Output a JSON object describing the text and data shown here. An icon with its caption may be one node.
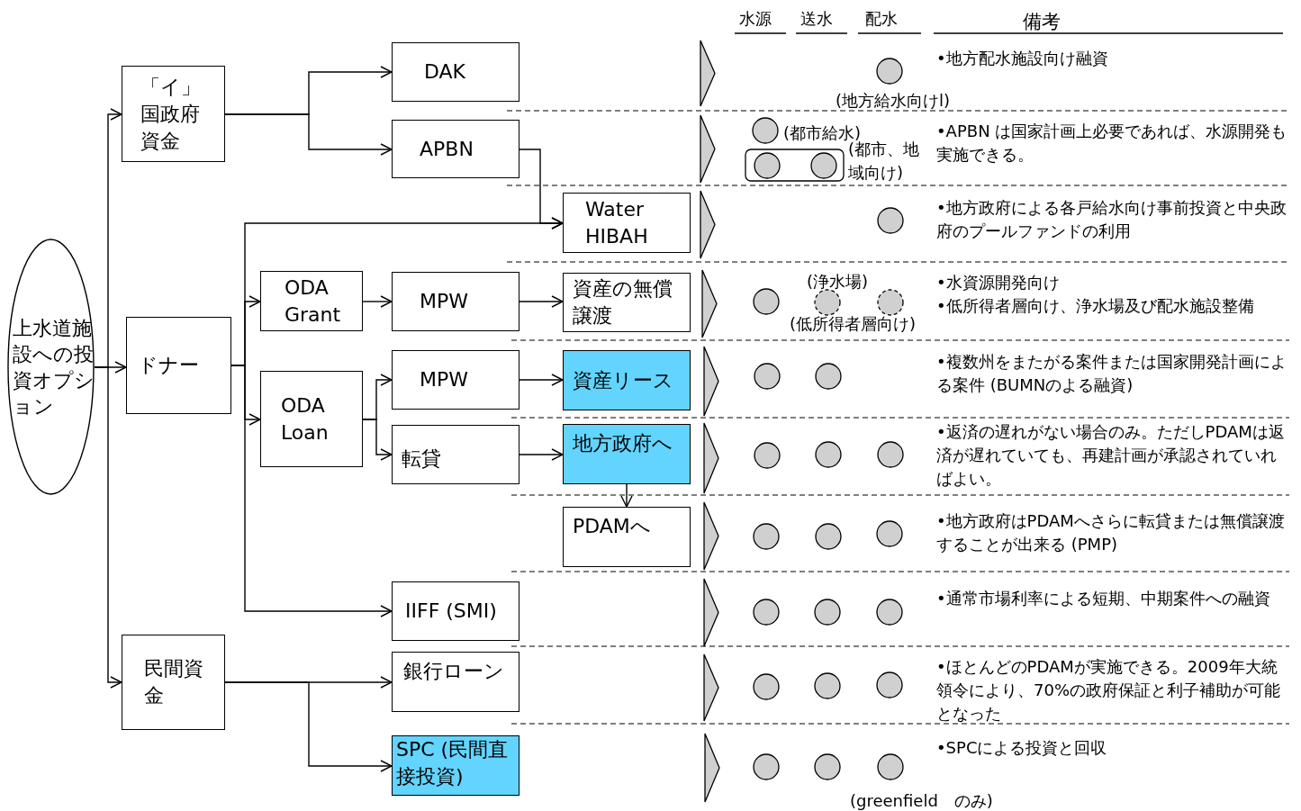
{
  "diagram": {
    "nodes": [
      {
        "text": [
          "上水道施設への投資オプション"
        ]
      },
      {
        "text": [
          "「イ」国政府資金"
        ]
      },
      {
        "text": [
          "ドナー"
        ]
      },
      {
        "text": [
          "民間資金"
        ]
      },
      {
        "text": [
          "DAK"
        ]
      },
      {
        "text": [
          "APBN"
        ]
      },
      {
        "text": [
          "ODA Grant"
        ]
      },
      {
        "text": [
          "ODA Loan"
        ]
      },
      {
        "text": [
          "MPW"
        ]
      },
      {
        "text": [
          "MPW"
        ]
      },
      {
        "text": [
          "転貸"
        ]
      },
      {
        "text": [
          "Water HIBAH"
        ]
      },
      {
        "text": [
          "資産の無償譲渡"
        ]
      },
      {
        "text": [
          "資産リース"
        ]
      },
      {
        "text": [
          "地方政府へ"
        ]
      },
      {
        "text": [
          "PDAMへ"
        ]
      },
      {
        "text": [
          "IIFF (SMI)"
        ]
      },
      {
        "text": [
          "銀行ローン"
        ]
      },
      {
        "text": [
          "SPC (民間直接投資)"
        ]
      }
    ],
    "edges": [
      {
        "from": 0,
        "to": 1,
        "arrow": "to"
      },
      {
        "from": 0,
        "to": 2,
        "arrow": "to"
      },
      {
        "from": 0,
        "to": 3,
        "arrow": "to"
      },
      {
        "from": 1,
        "to": 4,
        "arrow": "to"
      },
      {
        "from": 1,
        "to": 5,
        "arrow": "to"
      },
      {
        "from": 5,
        "to": 11,
        "arrow": "to"
      },
      {
        "from": 2,
        "to": 11,
        "arrow": "to"
      },
      {
        "from": 2,
        "to": 6,
        "arrow": "to"
      },
      {
        "from": 2,
        "to": 7,
        "arrow": "to"
      },
      {
        "from": 2,
        "to": 16,
        "arrow": "to"
      },
      {
        "from": 6,
        "to": 8,
        "arrow": "to"
      },
      {
        "from": 8,
        "to": 12,
        "arrow": "to"
      },
      {
        "from": 7,
        "to": 9,
        "arrow": "to"
      },
      {
        "from": 7,
        "to": 10,
        "arrow": "to"
      },
      {
        "from": 9,
        "to": 13,
        "arrow": "to"
      },
      {
        "from": 10,
        "to": 14,
        "arrow": "to"
      },
      {
        "from": 14,
        "to": 15,
        "arrow": "to"
      },
      {
        "from": 3,
        "to": 17,
        "arrow": "to"
      },
      {
        "from": 3,
        "to": 18,
        "arrow": "to"
      }
    ],
    "labels": [
      "水源",
      "送水",
      "配水",
      "備考",
      "•地方配水施設向け融資",
      "(地方給水向けl)",
      "(都市給水)",
      "•APBN は国家計画上必要であれば、水源開発も実施できる。",
      "(都市、地域向け)",
      "•地方政府による各戸給水向け事前投資と中央政府のプールファンドの利用",
      "(浄水場)",
      "•水資源開発向け",
      "•低所得者層向け、浄水場及び配水施設整備",
      "(低所得者層向け)",
      "•複数州をまたがる案件または国家開発計画による案件 (BUMNのよる融資)",
      "•返済の遅れがない場合のみ。ただしPDAMは返済が遅れていても、再建計画が承認されていればよい。",
      "•地方政府はPDAMへさらに転貸または無償譲渡することが出来る (PMP)",
      "•通常市場利率による短期、中期案件への融資",
      "•ほとんどのPDAMが実施できる。2009年大統領令により、70%の政府保証と利子補助が可能となった",
      "•SPCによる投資と回収",
      "(greenfield　のみ)"
    ]
  }
}
